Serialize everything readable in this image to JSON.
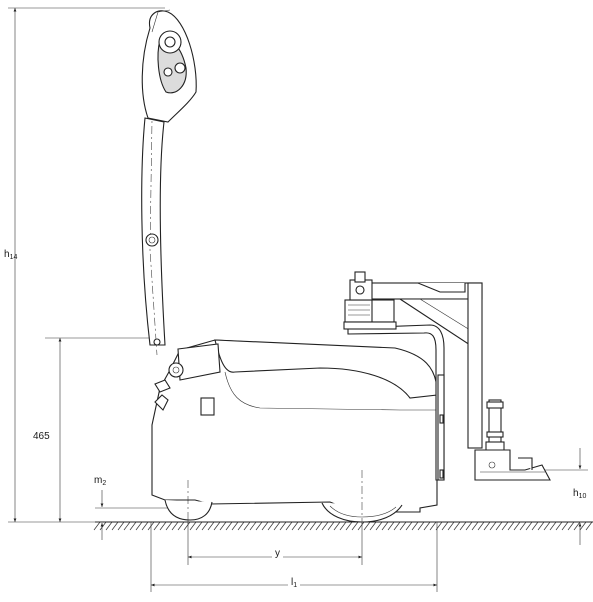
{
  "dimensions": {
    "h14": {
      "main": "h",
      "sub": "14"
    },
    "h465": "465",
    "m2": {
      "main": "m",
      "sub": "2"
    },
    "y": "y",
    "l1": {
      "main": "l",
      "sub": "1"
    },
    "h10": {
      "main": "h",
      "sub": "10"
    }
  },
  "colors": {
    "line": "#222222",
    "shade": "#dcdcdc",
    "background": "#ffffff"
  }
}
